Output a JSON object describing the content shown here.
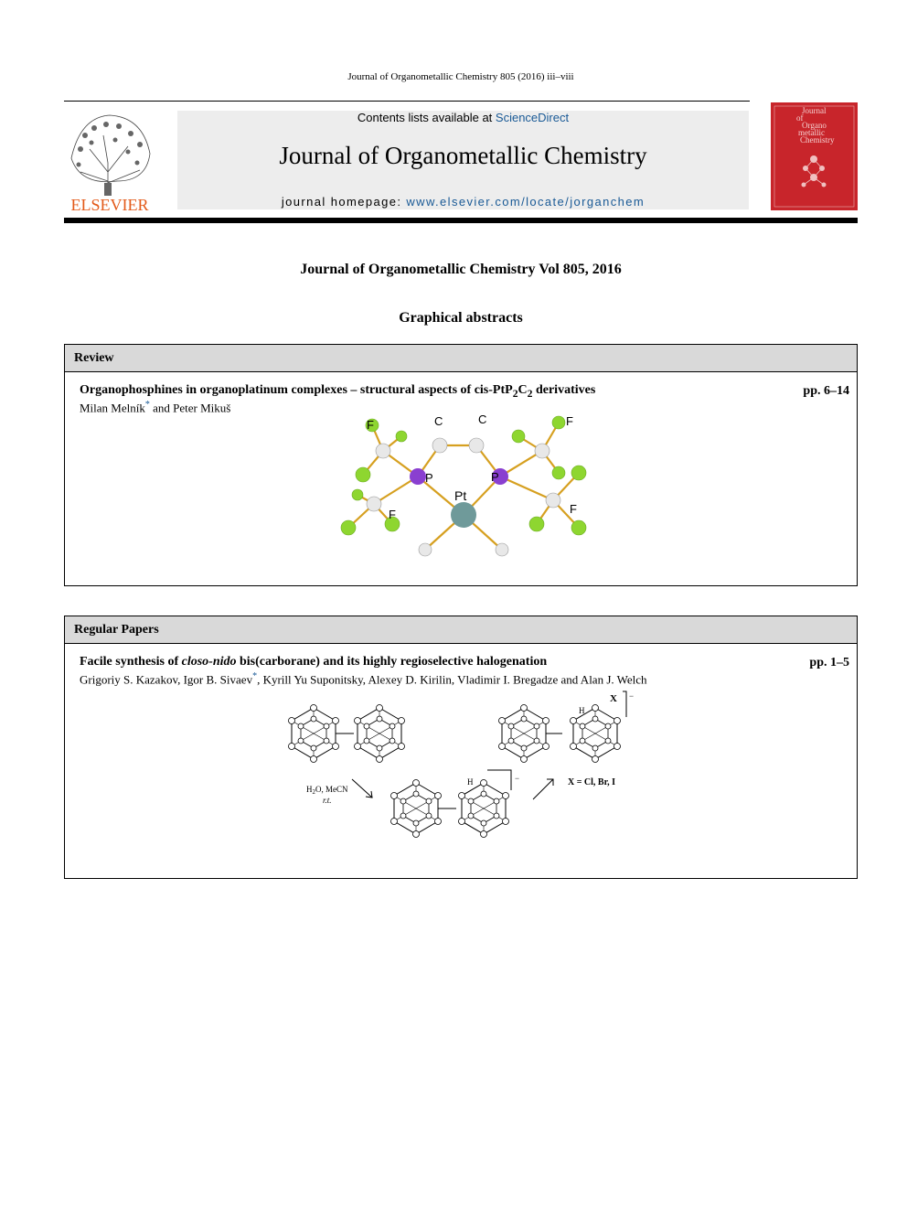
{
  "header": {
    "citation": "Journal of Organometallic Chemistry 805 (2016) iii–viii",
    "contents_prefix": "Contents lists available at ",
    "contents_link": "ScienceDirect",
    "journal_title": "Journal of Organometallic Chemistry",
    "homepage_prefix": "journal homepage: ",
    "homepage_url": "www.elsevier.com/locate/jorganchem",
    "publisher_logo_text": "ELSEVIER",
    "cover_title_lines": [
      "Journal",
      "of",
      "Organo",
      "metallic",
      "Chemistry"
    ]
  },
  "volume_title": "Journal of Organometallic Chemistry Vol 805, 2016",
  "section_title": "Graphical abstracts",
  "sections": [
    {
      "name": "Review",
      "article": {
        "title_pre": "Organophosphines in organoplatinum complexes – structural aspects of cis-PtP",
        "title_sub1": "2",
        "title_mid": "C",
        "title_sub2": "2",
        "title_post": " derivatives",
        "pages": "pp. 6–14",
        "author_1": "Milan Melník",
        "author_rest": " and Peter Mikuš",
        "star": "*",
        "figure_labels": {
          "c1": "C",
          "c2": "C",
          "p1": "P",
          "p2": "P",
          "pt": "Pt",
          "f1": "F",
          "f2": "F",
          "f3": "F",
          "f4": "F"
        }
      }
    },
    {
      "name": "Regular Papers",
      "article": {
        "title_pre": "Facile synthesis of ",
        "title_italic": "closo-nido",
        "title_post": " bis(carborane) and its highly regioselective halogenation",
        "pages": "pp. 1–5",
        "author_1": "Grigoriy S. Kazakov, Igor B. Sivaev",
        "star": "*",
        "author_rest": ", Kyrill Yu Suponitsky, Alexey D. Kirilin, Vladimir I. Bregadze and Alan J. Welch",
        "figure_labels": {
          "reagent_pre": "H",
          "reagent_sub": "2",
          "reagent_post": "O, MeCN",
          "condition": "r.t.",
          "halogen": "X = Cl, Br, I",
          "h1": "H",
          "h2": "H",
          "x": "X",
          "minus1": "−",
          "minus2": "−"
        }
      }
    }
  ],
  "colors": {
    "link_blue": "#1a5a96",
    "header_gray": "#ededed",
    "box_head_gray": "#d9d9d9",
    "cover_red": "#c8252b",
    "fluorine_green": "#8ed630",
    "phosphorus_purple": "#8a3fd0",
    "platinum_gray": "#6f9a9a",
    "bond_gold": "#d6a020"
  },
  "icons": [
    "elsevier-tree-logo",
    "journal-cover-thumbnail"
  ]
}
